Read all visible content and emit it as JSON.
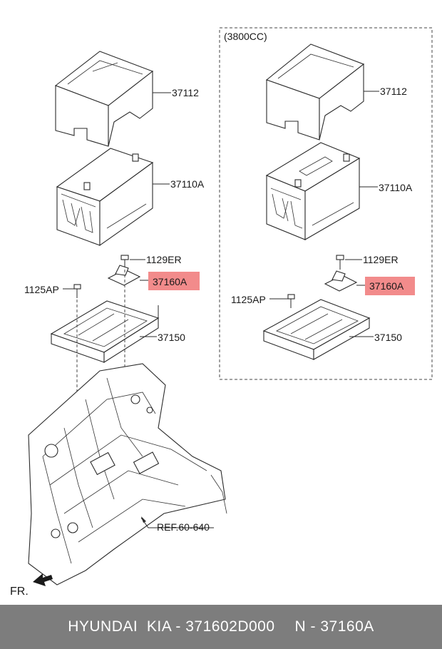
{
  "variant_label": "(3800CC)",
  "left": {
    "p_37112": "37112",
    "p_37110A": "37110A",
    "p_1129ER": "1129ER",
    "p_37160A": "37160A",
    "p_1125AP": "1125AP",
    "p_37150": "37150"
  },
  "right": {
    "p_37112": "37112",
    "p_37110A": "37110A",
    "p_1129ER": "1129ER",
    "p_37160A": "37160A",
    "p_1125AP": "1125AP",
    "p_37150": "37150"
  },
  "ref_label": "REF.60-640",
  "fr_label": "FR.",
  "highlight_color": "#f28b8b",
  "footer": {
    "text": "HYUNDAI  KIA - 371602D000",
    "code": "N - 37160A"
  }
}
